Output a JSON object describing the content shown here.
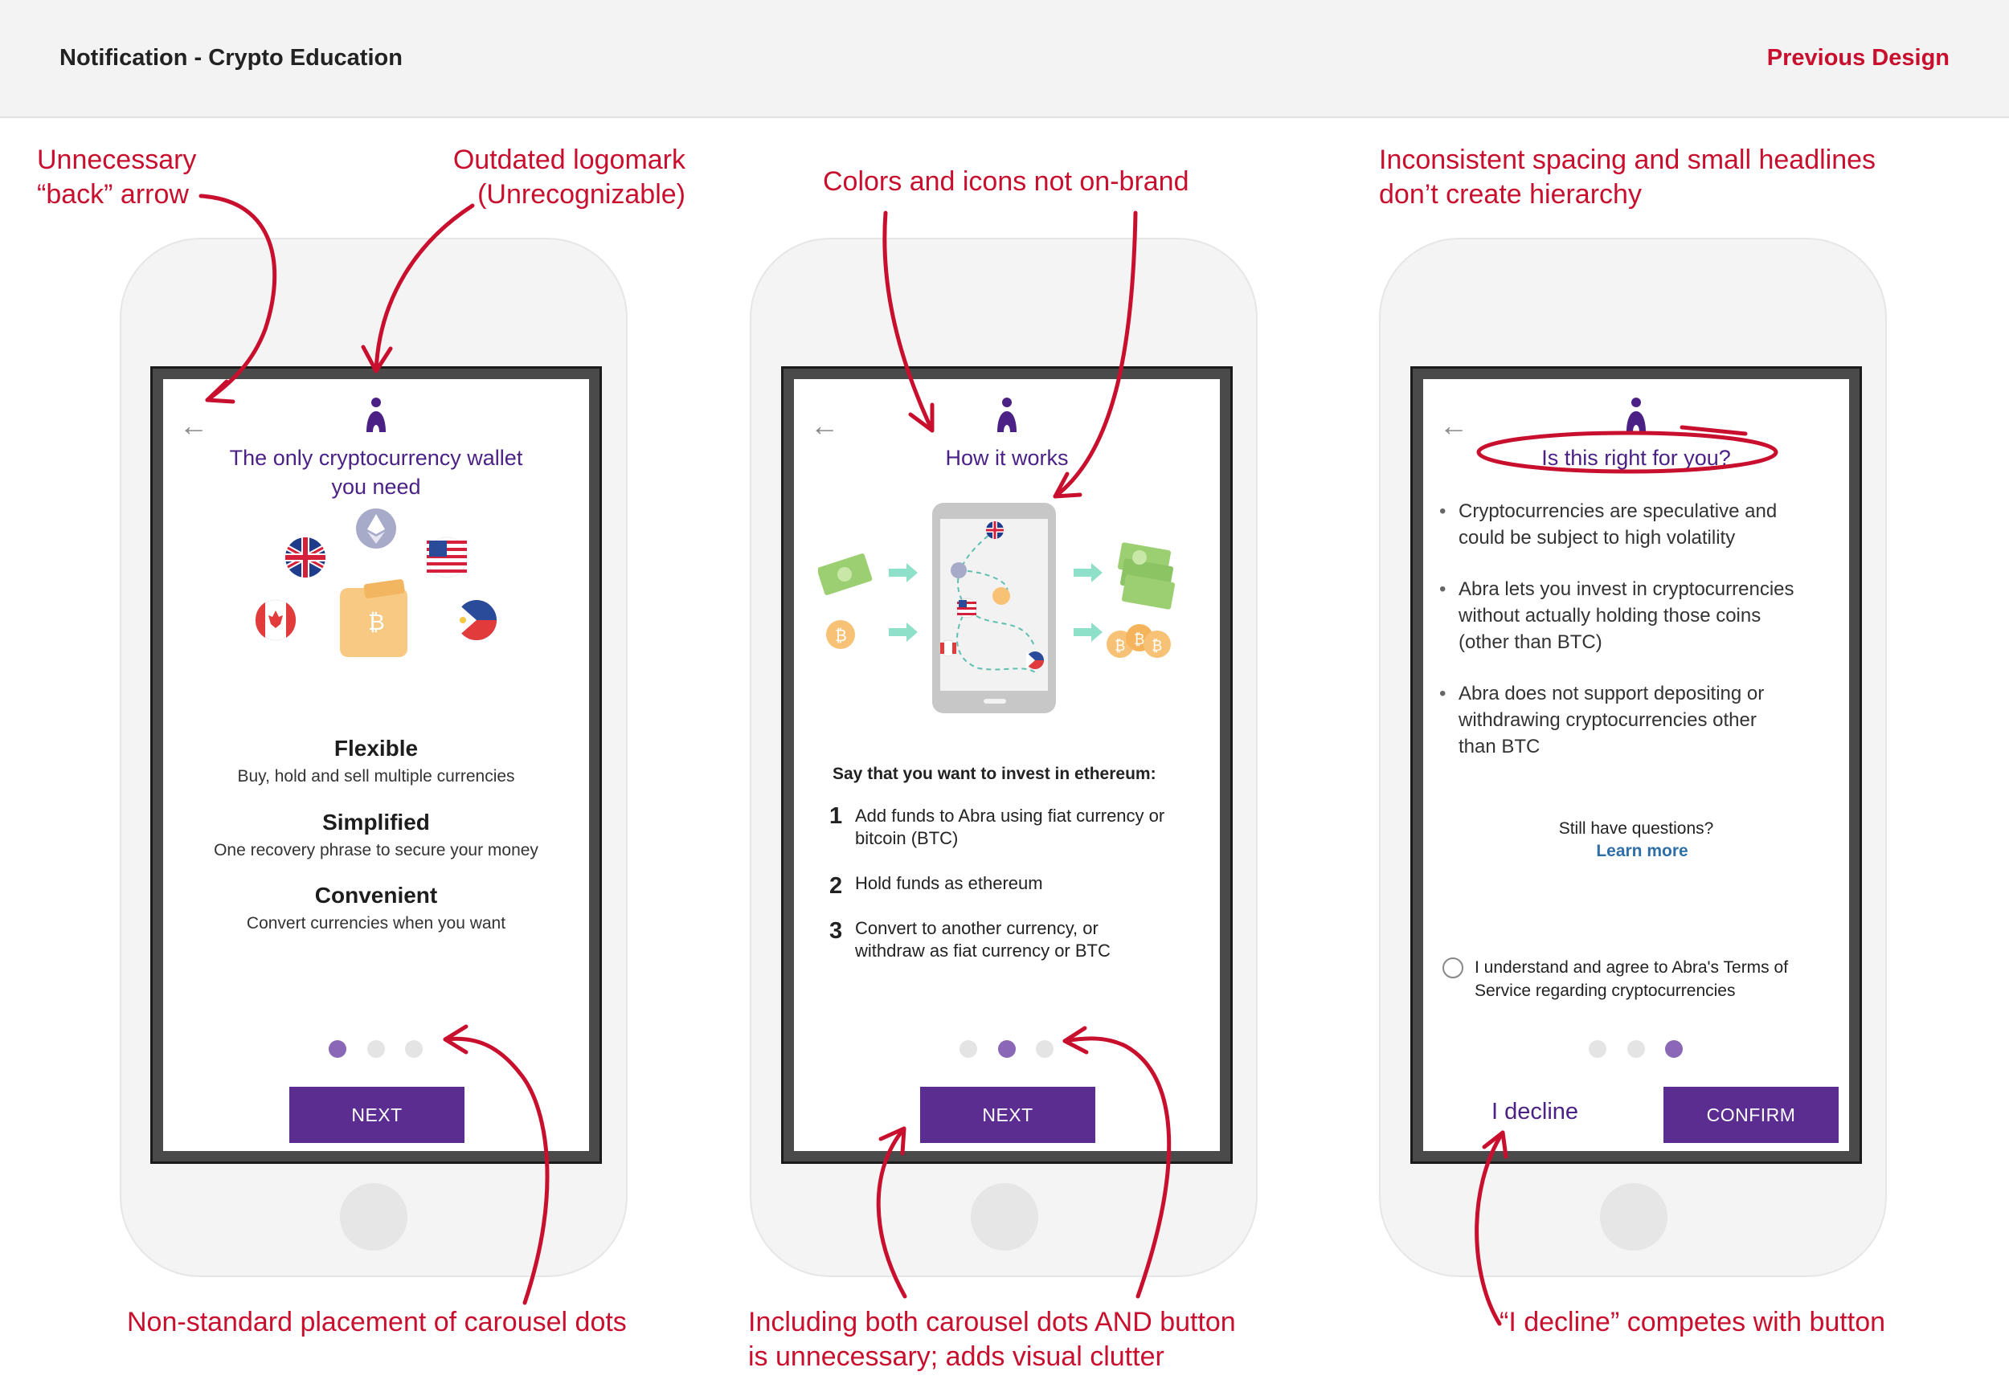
{
  "header": {
    "title": "Notification - Crypto Education",
    "tag": "Previous Design"
  },
  "annotations": {
    "back_arrow": [
      "Unnecessary",
      "“back” arrow"
    ],
    "logomark": [
      "Outdated logomark",
      "(Unrecognizable)"
    ],
    "colors": [
      "Colors and icons not on-brand"
    ],
    "spacing": [
      "Inconsistent spacing and small headlines",
      "don’t create hierarchy"
    ],
    "dots": [
      "Non-standard placement of carousel dots"
    ],
    "clutter": [
      "Including both carousel dots AND button",
      "is unnecessary; adds visual clutter"
    ],
    "decline": [
      "“I decline” competes with button"
    ]
  },
  "screen1": {
    "title": [
      "The only cryptocurrency wallet",
      "you need"
    ],
    "features": [
      {
        "heading": "Flexible",
        "desc": "Buy, hold and sell multiple currencies"
      },
      {
        "heading": "Simplified",
        "desc": "One recovery phrase to secure your money"
      },
      {
        "heading": "Convenient",
        "desc": "Convert currencies when you want"
      }
    ],
    "button": "NEXT",
    "active_dot": 1
  },
  "screen2": {
    "title": "How it works",
    "intro": "Say that you want to invest in ethereum:",
    "steps": [
      {
        "num": "1",
        "lines": [
          "Add funds to Abra using fiat currency or",
          "bitcoin (BTC)"
        ]
      },
      {
        "num": "2",
        "lines": [
          "Hold funds as ethereum"
        ]
      },
      {
        "num": "3",
        "lines": [
          "Convert to another currency, or",
          "withdraw as fiat currency or BTC"
        ]
      }
    ],
    "button": "NEXT",
    "active_dot": 2
  },
  "screen3": {
    "title": "Is this right for you?",
    "bullets": [
      [
        "Cryptocurrencies are speculative and",
        "could be subject to high volatility"
      ],
      [
        "Abra lets you invest in cryptocurrencies",
        "without actually holding those coins",
        "(other than BTC)"
      ],
      [
        "Abra does not support depositing or",
        "withdrawing cryptocurrencies other",
        "than BTC"
      ]
    ],
    "questions": "Still have questions?",
    "learn_more": "Learn more",
    "terms": [
      "I understand and agree to Abra's Terms of",
      "Service regarding cryptocurrencies"
    ],
    "decline": "I decline",
    "confirm": "CONFIRM",
    "active_dot": 3
  },
  "icons": {
    "back": "back-arrow-icon",
    "logo": "abra-logomark-icon",
    "currencies": [
      "uk-flag-icon",
      "ethereum-icon",
      "us-flag-icon",
      "canada-flag-icon",
      "bitcoin-wallet-icon",
      "philippines-flag-icon"
    ]
  },
  "colors": {
    "brand_purple": "#5b2d90",
    "title_purple": "#4b2185",
    "annotation_red": "#c8102e",
    "link_blue": "#2f6fa8",
    "dot_active": "#8b68b7"
  }
}
